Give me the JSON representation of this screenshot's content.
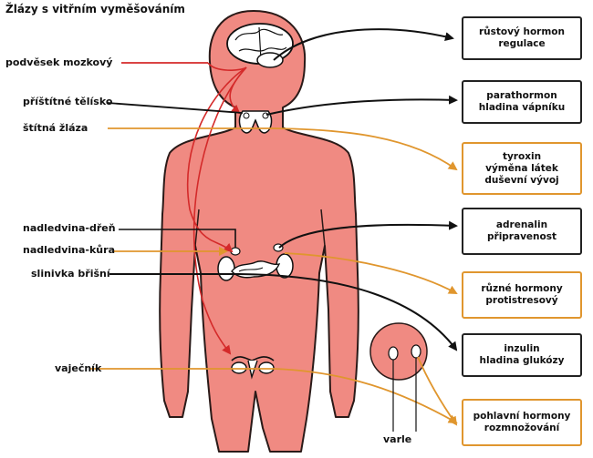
{
  "title": "Žlázy s vitřním vyměšováním",
  "colors": {
    "body_fill": "#f08a82",
    "body_outline": "#2a1a18",
    "red_line": "#d42a2a",
    "black_line": "#111111",
    "orange_line": "#e0962e"
  },
  "labels": {
    "podvesek": "podvěsek mozkový",
    "pristitne": "příštítné tělísko",
    "stitna": "štítná žláza",
    "dren": "nadledvina-dřeň",
    "kura": "nadledvina-kůra",
    "slinivka": "slinivka břišní",
    "vajecnik": "vaječník",
    "varle": "varle"
  },
  "boxes": {
    "rustovy": [
      "růstový hormon",
      "regulace"
    ],
    "parathormon": [
      "parathormon",
      "hladina vápníku"
    ],
    "tyroxin": [
      "tyroxin",
      "výměna látek",
      "duševní vývoj"
    ],
    "adrenalin": [
      "adrenalin",
      "připravenost"
    ],
    "ruzne": [
      "různé hormony",
      "protistresový"
    ],
    "inzulin": [
      "inzulin",
      "hladina glukózy"
    ],
    "pohlavni": [
      "pohlavní hormony",
      "rozmnožování"
    ]
  }
}
